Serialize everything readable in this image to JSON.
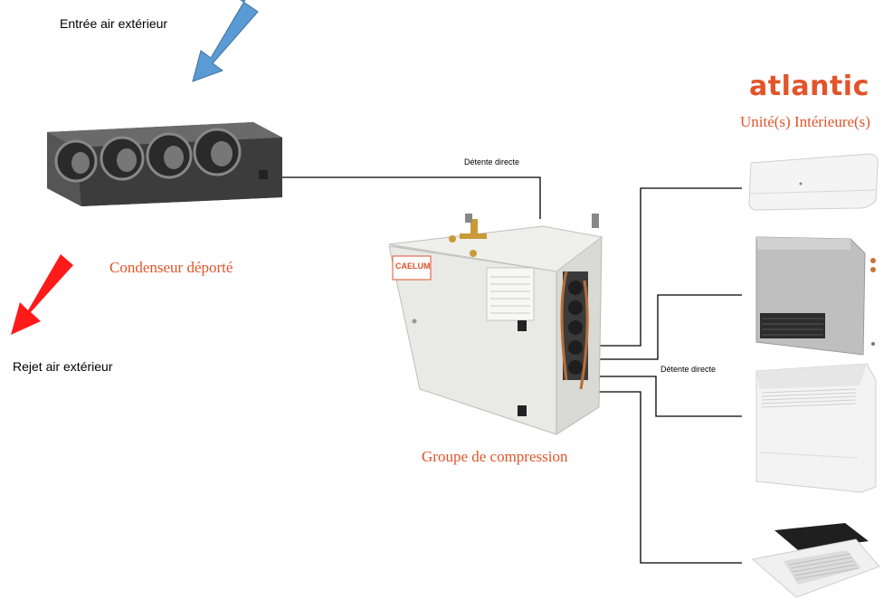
{
  "labels": {
    "air_in": "Entrée air extérieur",
    "air_out": "Rejet air extérieur",
    "condenser": "Condenseur déporté",
    "compressor": "Groupe de compression",
    "indoor_units": "Unité(s) Intérieure(s)",
    "brand": "atlantic",
    "detente_top": "Détente directe",
    "detente_right": "Détente directe",
    "compressor_brand": "CAELUM"
  },
  "colors": {
    "accent_orange": "#e2542a",
    "arrow_blue": "#5b9bd5",
    "arrow_red": "#ff1a1a",
    "line": "#000000"
  },
  "icons": {
    "air_in_arrow": "arrow-down-left-icon",
    "air_out_arrow": "arrow-down-left-icon"
  }
}
